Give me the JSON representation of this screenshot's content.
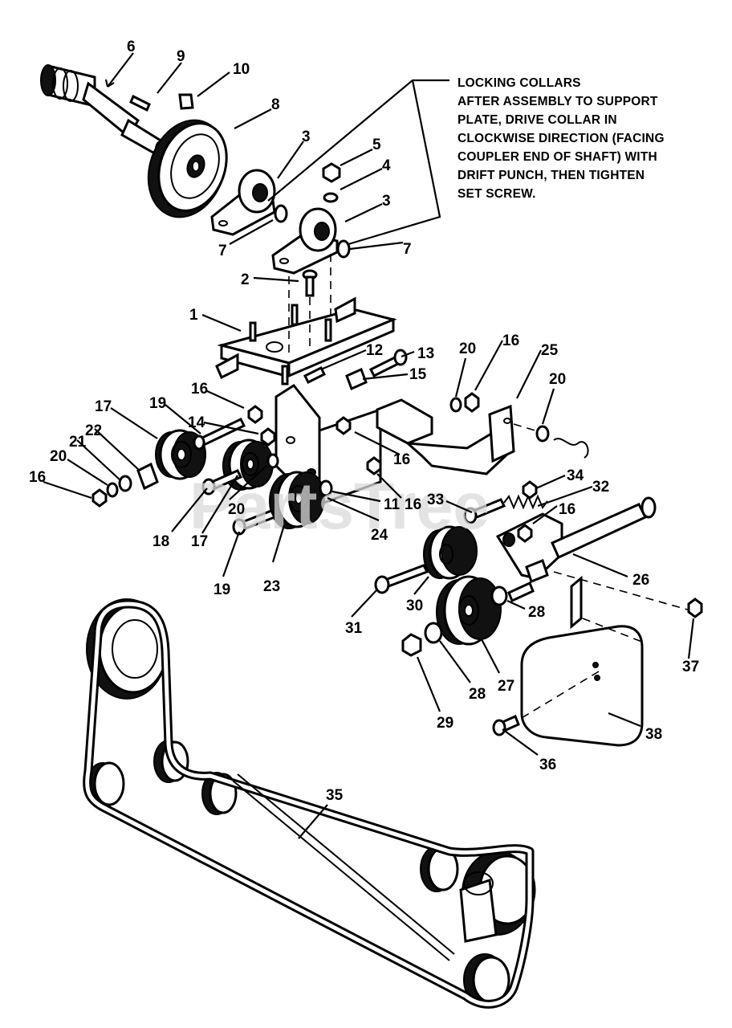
{
  "note": {
    "lines": [
      "LOCKING COLLARS",
      "AFTER ASSEMBLY TO SUPPORT",
      "PLATE, DRIVE COLLAR IN",
      "CLOCKWISE DIRECTION (FACING",
      "COUPLER END OF SHAFT) WITH",
      "DRIFT PUNCH, THEN TIGHTEN",
      "SET SCREW."
    ]
  },
  "watermark": "PartsTree",
  "callouts": {
    "c6": "6",
    "c9": "9",
    "c10": "10",
    "c8": "8",
    "c3a": "3",
    "c5": "5",
    "c4": "4",
    "c3b": "3",
    "c7a": "7",
    "c7b": "7",
    "c2": "2",
    "c1": "1",
    "c12": "12",
    "c13": "13",
    "c20a": "20",
    "c16a": "16",
    "c25": "25",
    "c15": "15",
    "c20b": "20",
    "c16b": "16",
    "c14": "14",
    "c17a": "17",
    "c19a": "19",
    "c22": "22",
    "c21": "21",
    "c20c": "20",
    "c16c": "16",
    "c16d": "16",
    "c16e": "16",
    "c34": "34",
    "c32": "32",
    "c33": "33",
    "c11": "11",
    "c20d": "20",
    "c18": "18",
    "c17b": "17",
    "c24": "24",
    "c16f": "16",
    "c19b": "19",
    "c23": "23",
    "c26": "26",
    "c31": "31",
    "c30": "30",
    "c28a": "28",
    "c37": "37",
    "c28b": "28",
    "c27": "27",
    "c29": "29",
    "c38": "38",
    "c36": "36",
    "c35": "35"
  }
}
